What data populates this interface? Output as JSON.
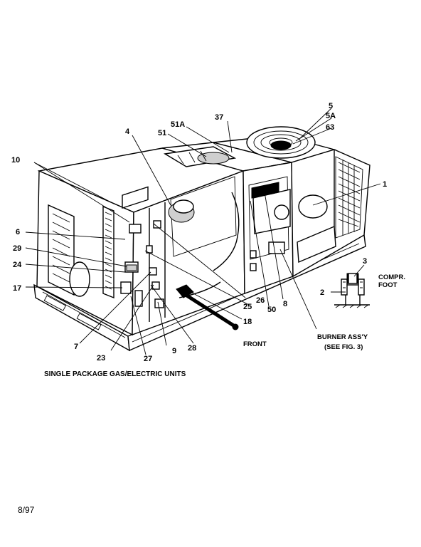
{
  "callouts": {
    "c1": "1",
    "c2": "2",
    "c3": "3",
    "c4": "4",
    "c5": "5",
    "c5a": "5A",
    "c6": "6",
    "c7": "7",
    "c8": "8",
    "c9": "9",
    "c10": "10",
    "c17": "17",
    "c18": "18",
    "c23": "23",
    "c24": "24",
    "c25": "25",
    "c26": "26",
    "c27": "27",
    "c28": "28",
    "c29": "29",
    "c37": "37",
    "c50": "50",
    "c51": "51",
    "c51a": "51A",
    "c63": "63"
  },
  "labels": {
    "compr_line1": "COMPR.",
    "compr_line2": "FOOT",
    "burner_line1": "BURNER ASS'Y",
    "burner_line2": "(SEE FIG. 3)",
    "front": "FRONT",
    "caption": "SINGLE PACKAGE GAS/ELECTRIC UNITS",
    "date": "8/97"
  },
  "top_strip": "' '   '                                          '   '    '   '  '  '   '   '"
}
